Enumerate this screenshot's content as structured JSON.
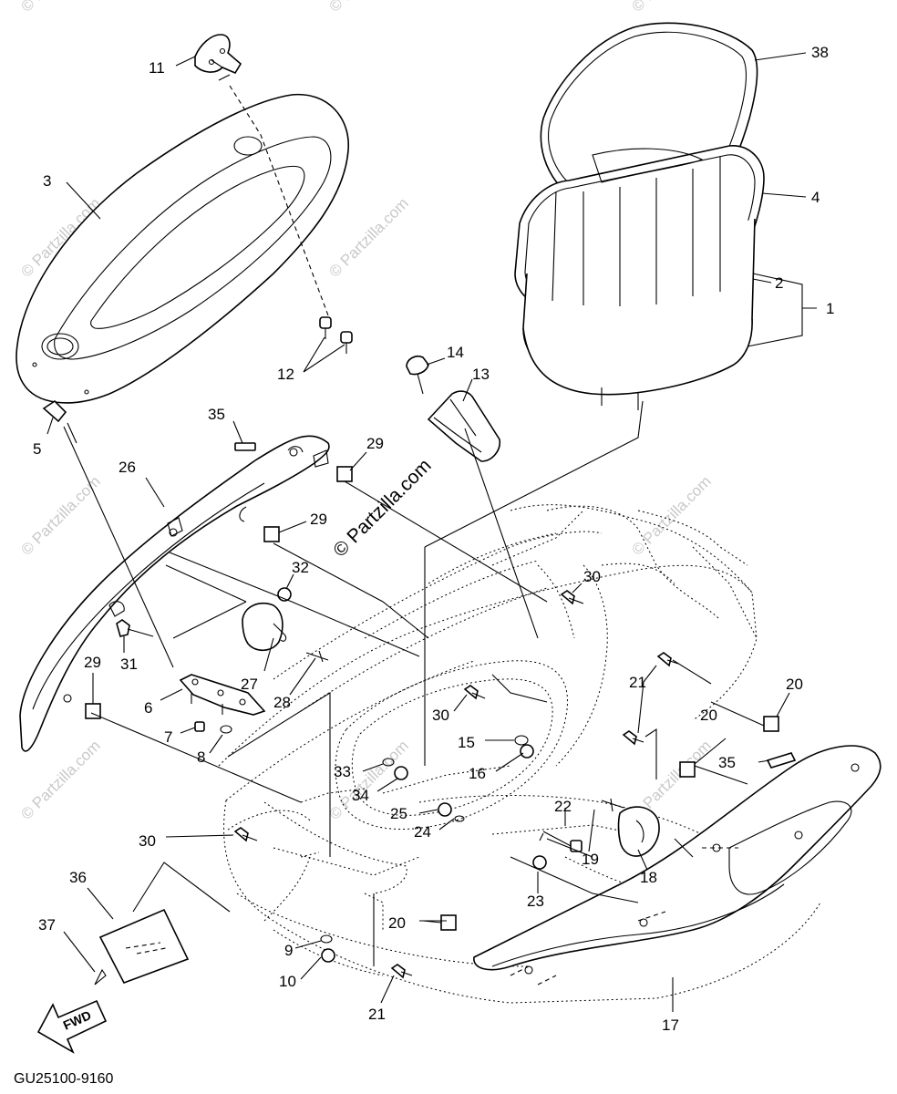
{
  "callouts": [
    {
      "id": "c1",
      "text": "1"
    },
    {
      "id": "c2",
      "text": "2"
    },
    {
      "id": "c3",
      "text": "3"
    },
    {
      "id": "c4",
      "text": "4"
    },
    {
      "id": "c5",
      "text": "5"
    },
    {
      "id": "c6",
      "text": "6"
    },
    {
      "id": "c7",
      "text": "7"
    },
    {
      "id": "c8",
      "text": "8"
    },
    {
      "id": "c9",
      "text": "9"
    },
    {
      "id": "c10",
      "text": "10"
    },
    {
      "id": "c11",
      "text": "11"
    },
    {
      "id": "c12",
      "text": "12"
    },
    {
      "id": "c13",
      "text": "13"
    },
    {
      "id": "c14",
      "text": "14"
    },
    {
      "id": "c15",
      "text": "15"
    },
    {
      "id": "c16",
      "text": "16"
    },
    {
      "id": "c17",
      "text": "17"
    },
    {
      "id": "c18",
      "text": "18"
    },
    {
      "id": "c19",
      "text": "19"
    },
    {
      "id": "c20a",
      "text": "20"
    },
    {
      "id": "c20b",
      "text": "20"
    },
    {
      "id": "c20c",
      "text": "20"
    },
    {
      "id": "c21a",
      "text": "21"
    },
    {
      "id": "c21b",
      "text": "21"
    },
    {
      "id": "c22",
      "text": "22"
    },
    {
      "id": "c23",
      "text": "23"
    },
    {
      "id": "c24",
      "text": "24"
    },
    {
      "id": "c25",
      "text": "25"
    },
    {
      "id": "c26",
      "text": "26"
    },
    {
      "id": "c27",
      "text": "27"
    },
    {
      "id": "c28",
      "text": "28"
    },
    {
      "id": "c29a",
      "text": "29"
    },
    {
      "id": "c29b",
      "text": "29"
    },
    {
      "id": "c29c",
      "text": "29"
    },
    {
      "id": "c30a",
      "text": "30"
    },
    {
      "id": "c30b",
      "text": "30"
    },
    {
      "id": "c30c",
      "text": "30"
    },
    {
      "id": "c31",
      "text": "31"
    },
    {
      "id": "c32",
      "text": "32"
    },
    {
      "id": "c33",
      "text": "33"
    },
    {
      "id": "c34",
      "text": "34"
    },
    {
      "id": "c35a",
      "text": "35"
    },
    {
      "id": "c35b",
      "text": "35"
    },
    {
      "id": "c36",
      "text": "36"
    },
    {
      "id": "c37",
      "text": "37"
    },
    {
      "id": "c38",
      "text": "38"
    }
  ],
  "watermark": {
    "text": "© Partzilla.com",
    "center_text": "© Partzilla.com"
  },
  "fwd_label": "FWD",
  "drawing_code": "GU25100-9160"
}
